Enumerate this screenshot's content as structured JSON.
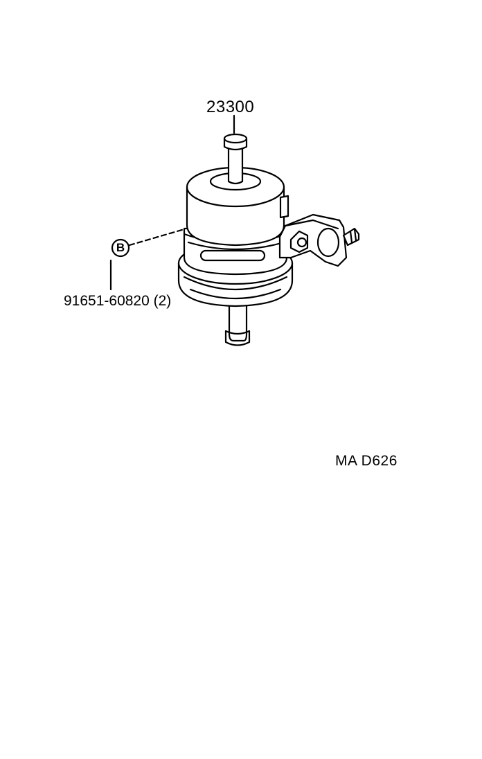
{
  "labels": {
    "part_top": "23300",
    "part_bolt": "91651-60820 (2)",
    "callout": "B",
    "ref_code": "MA  D626"
  },
  "colors": {
    "ink": "#000000",
    "paper": "#ffffff"
  }
}
